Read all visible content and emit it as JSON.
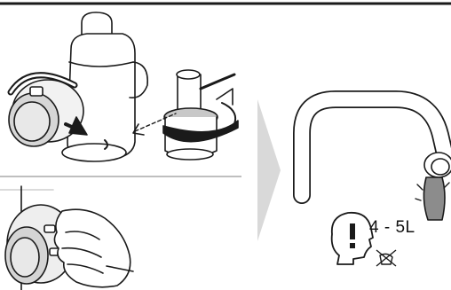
{
  "warning": {
    "volume_label": "4 - 5L"
  },
  "icons": {
    "top_rule": "separator-line",
    "step1": "tap-turn-handle-clockwise",
    "step2": "knob-press-release",
    "arrow": "proceed-arrow",
    "result": "tap-flowing-water",
    "notice": "head-warning-icon",
    "no_drink": "crossed-out-drinking-icon"
  },
  "colors": {
    "stroke": "#1a1a1a",
    "arrow": "#d9d9d9",
    "shade": "#8c8c8c",
    "light_shade": "#c8c8c8"
  }
}
